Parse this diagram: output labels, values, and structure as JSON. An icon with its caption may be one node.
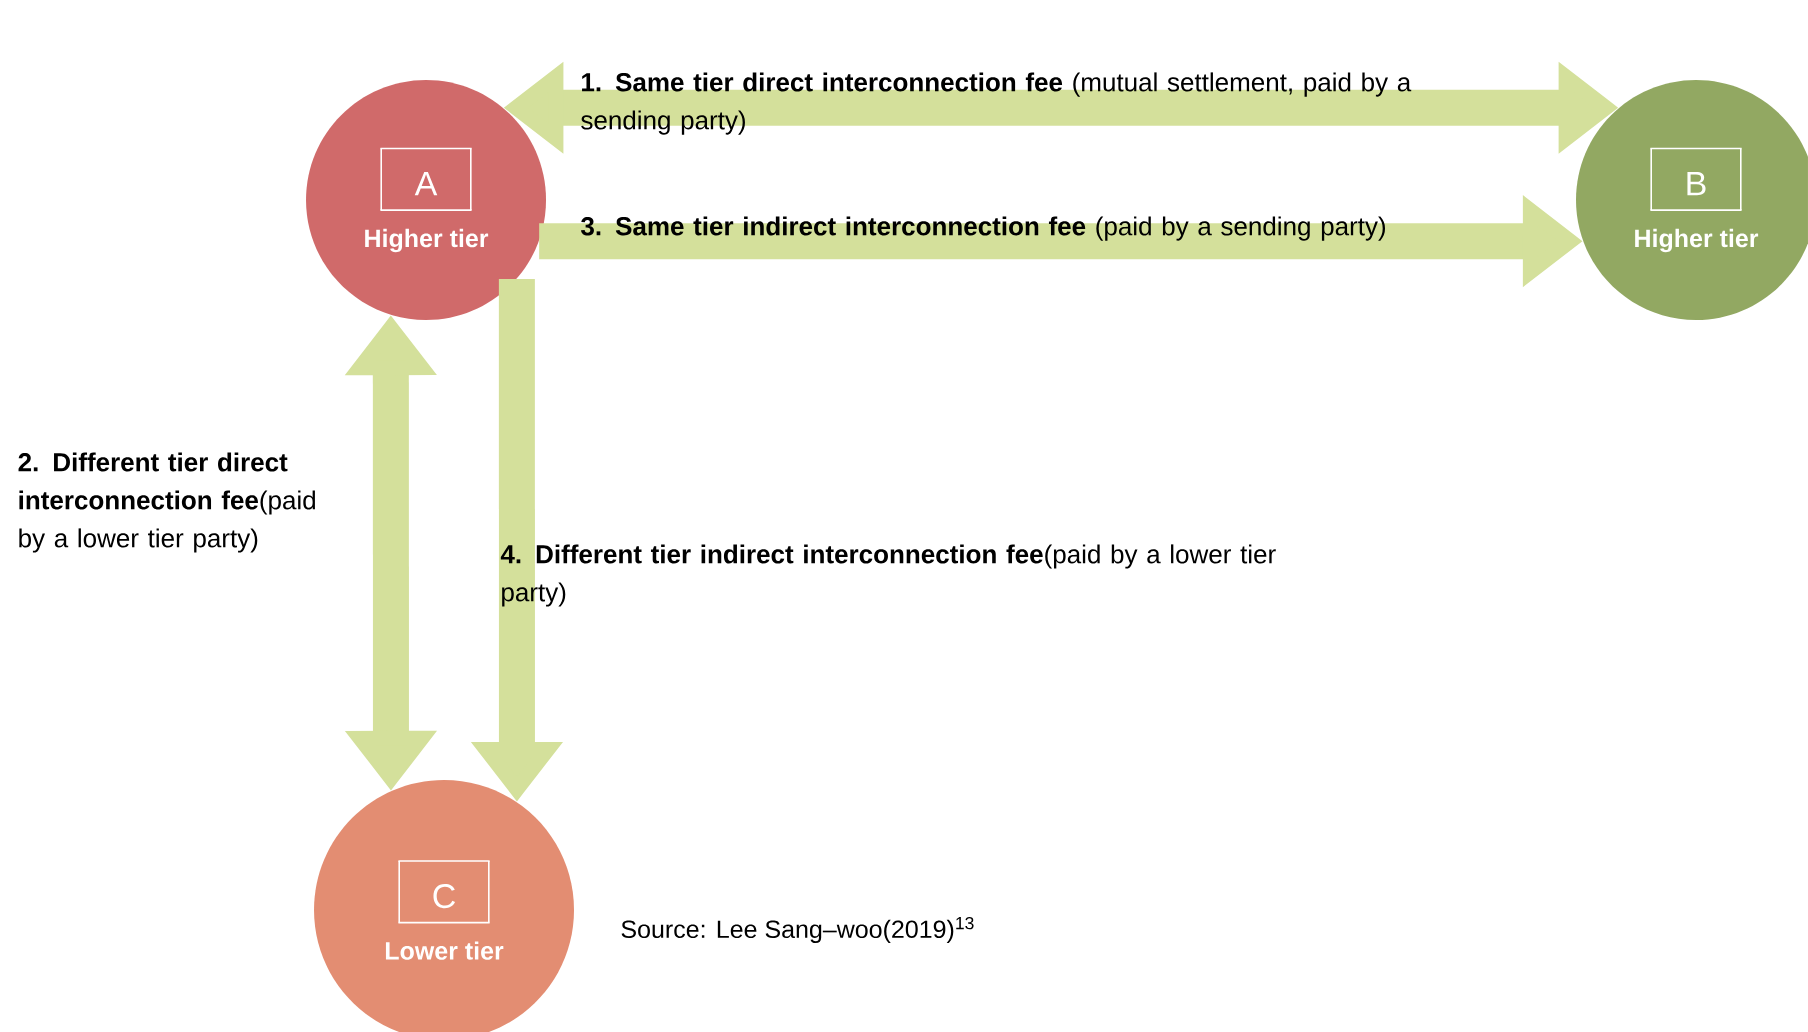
{
  "diagram": {
    "nodes": [
      {
        "text": [
          "A",
          "Higher tier"
        ]
      },
      {
        "text": [
          "B",
          "Higher tier"
        ]
      },
      {
        "text": [
          "C",
          "Lower tier"
        ]
      }
    ],
    "edges": [
      {
        "from": 0,
        "to": 1,
        "arrow": "both",
        "label": "**1. Same tier direct interconnection fee** (mutual settlement, paid by a sending party)"
      },
      {
        "from": 0,
        "to": 2,
        "arrow": "both",
        "label": "**2. Different tier direct interconnection fee**(paid by a lower tier party)"
      },
      {
        "from": 0,
        "to": 1,
        "arrow": "to",
        "label": "**3. Same tier indirect interconnection fee** (paid by a sending party)"
      },
      {
        "from": 0,
        "to": 2,
        "arrow": "to",
        "label": "**4. Different tier indirect interconnection fee**(paid by a lower tier party)"
      }
    ],
    "labels": [
      "Source: Lee Sang–woo(2019)$^{13}$"
    ]
  }
}
